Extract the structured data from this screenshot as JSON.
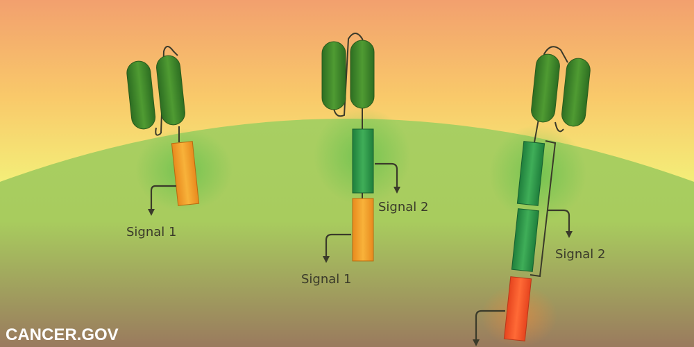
{
  "labels": {
    "signal_1": "Signal 1",
    "signal_2": "Signal 2"
  },
  "watermark": "CANCER.GOV",
  "colors": {
    "sky_top": "#f2a06e",
    "sky_mid": "#f9c96a",
    "sky_low": "#f3f27a",
    "cell_top": "#a8cf62",
    "cell_bottom": "#9a7a5e",
    "domain_green": "#3f8a2a",
    "domain_green_dark": "#2d6e22",
    "block_orange": "#f4a22a",
    "block_green": "#2f9a4a",
    "block_red": "#f2562a",
    "arrow": "#3a3a2a"
  }
}
